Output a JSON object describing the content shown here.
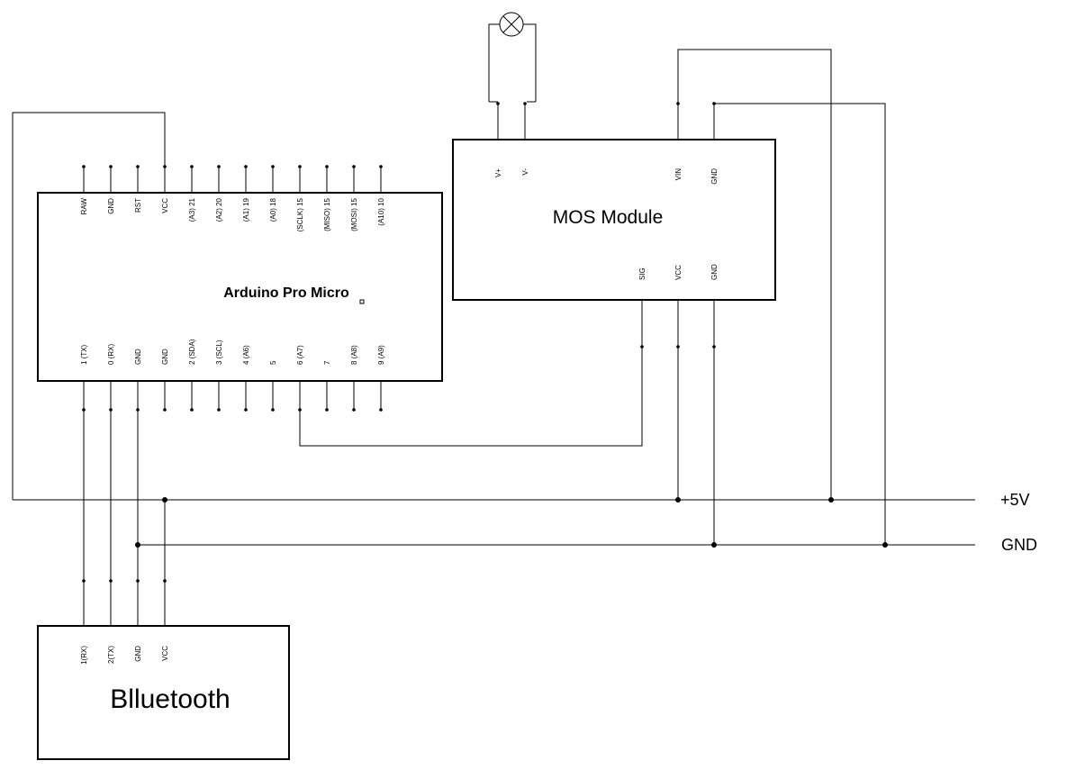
{
  "arduino": {
    "title": "Arduino Pro Micro",
    "top_pins": [
      "RAW",
      "GND",
      "RST",
      "VCC",
      "(A3) 21",
      "(A2) 20",
      "(A1) 19",
      "(A0) 18",
      "(SCLK) 15",
      "(MISO) 15",
      "(MOSI) 15",
      "(A10) 10"
    ],
    "bottom_pins": [
      "1 (TX)",
      "0 (RX)",
      "GND",
      "GND",
      "2 (SDA)",
      "3 (SCL)",
      "4 (A6)",
      "5",
      "6 (A7)",
      "7",
      "8 (A8)",
      "9 (A9)"
    ]
  },
  "mos": {
    "title": "MOS Module",
    "top_pins": [
      "V+",
      "V-",
      "VIN",
      "GND"
    ],
    "bottom_pins": [
      "SIG",
      "VCC",
      "GND"
    ]
  },
  "bluetooth": {
    "title": "Blluetooth",
    "pins": [
      "1(RX)",
      "2(TX)",
      "GND",
      "VCC"
    ]
  },
  "rails": {
    "plus5v": "+5V",
    "gnd": "GND"
  },
  "lamp": {
    "icon": "lamp-icon"
  }
}
